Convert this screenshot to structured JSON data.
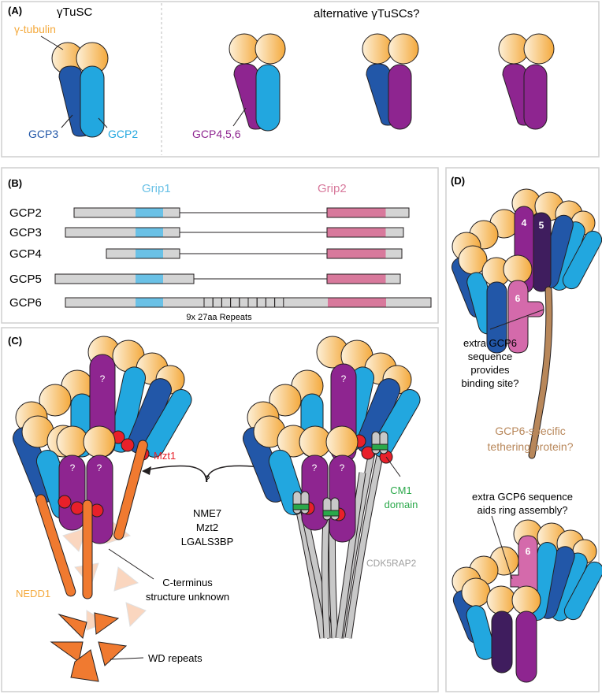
{
  "colors": {
    "tubulin_light": "#fdf0d8",
    "tubulin_dark": "#f4a93c",
    "gcp2": "#22a7df",
    "gcp3": "#2257a8",
    "gcp456": "#8e2590",
    "gcp5_dark": "#3f1d5e",
    "gcp6_pink": "#d46aab",
    "mzt1": "#e8202a",
    "nedd1": "#f07a30",
    "cdk5rap2": "#c8c8c8",
    "cm1": "#2aa84a",
    "grip1": "#6ac1e6",
    "grip2": "#d8799c",
    "domain_gray": "#d4d4d4",
    "tether": "#b8875a",
    "border": "#cfcfcf"
  },
  "panelA": {
    "label": "(A)",
    "title": "γTuSC",
    "tubulin_label": "γ-tubulin",
    "gcp3_label": "GCP3",
    "gcp2_label": "GCP2",
    "alt_title": "alternative γTuSCs?",
    "gcp456_label": "GCP4,5,6"
  },
  "panelB": {
    "label": "(B)",
    "grip1_label": "Grip1",
    "grip2_label": "Grip2",
    "proteins": [
      "GCP2",
      "GCP3",
      "GCP4",
      "GCP5",
      "GCP6"
    ],
    "repeats_label": "9x 27aa Repeats",
    "repeat_count": 9
  },
  "panelC": {
    "label": "(C)",
    "question_mark": "?",
    "mzt1_label": "Mzt1",
    "factors": [
      "NME7",
      "Mzt2",
      "LGALS3BP"
    ],
    "cterm_label_1": "C-terminus",
    "cterm_label_2": "structure unknown",
    "nedd1_label": "NEDD1",
    "wd_label": "WD repeats",
    "cm1_label_1": "CM1",
    "cm1_label_2": "domain",
    "cdk5rap2_label": "CDK5RAP2"
  },
  "panelD": {
    "label": "(D)",
    "gcp4_num": "4",
    "gcp5_num": "5",
    "gcp6_num": "6",
    "binding_lines": [
      "extra GCP6",
      "sequence",
      "provides",
      "binding site?"
    ],
    "tether_lines": [
      "GCP6-specific",
      "tethering protein?"
    ],
    "assembly_lines": [
      "extra GCP6 sequence",
      "aids ring assembly?"
    ]
  }
}
